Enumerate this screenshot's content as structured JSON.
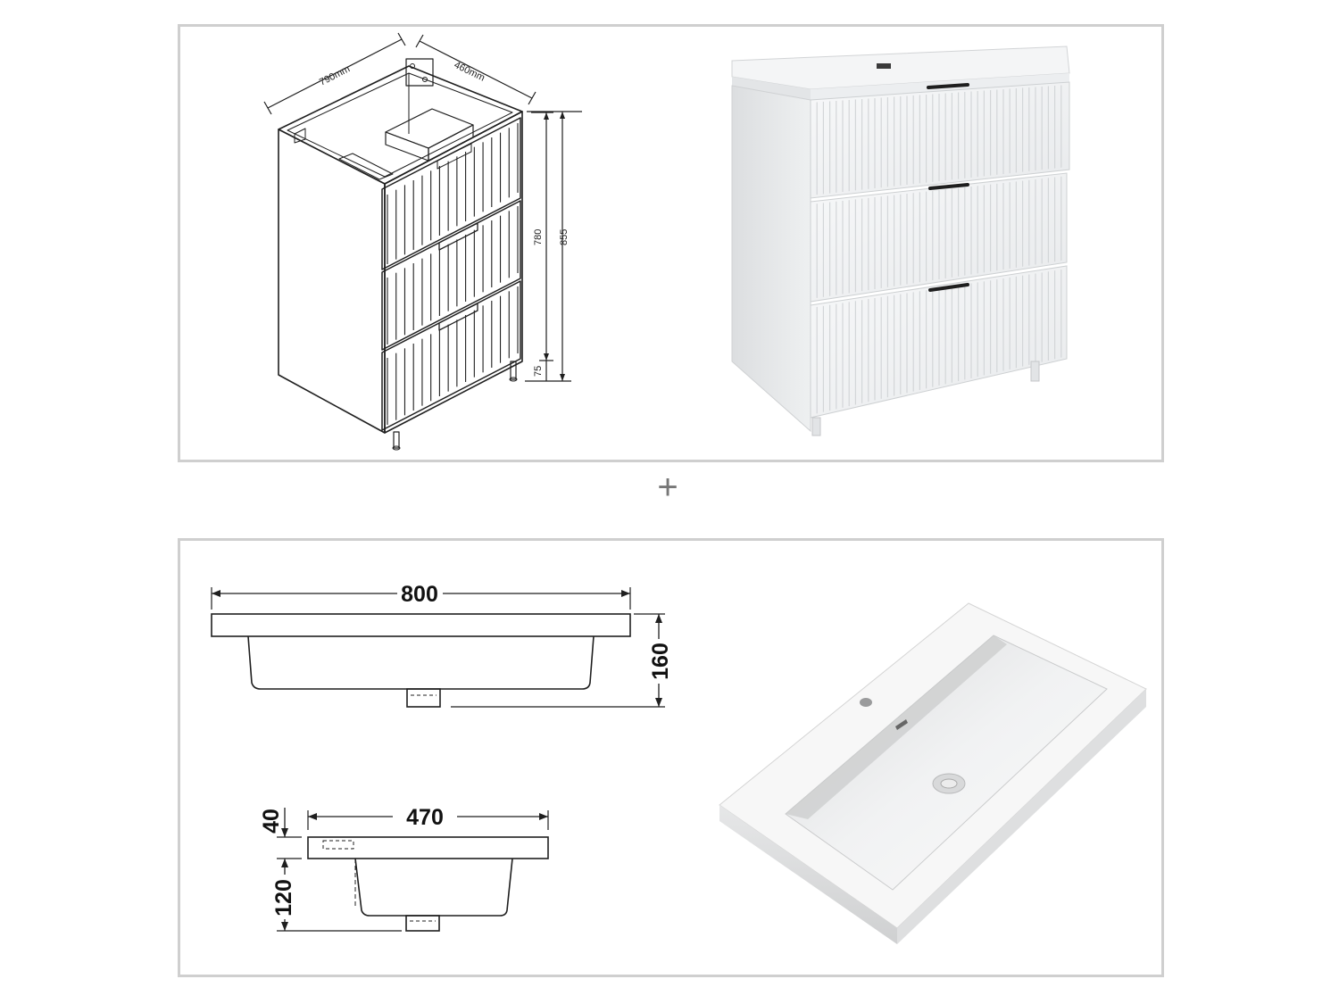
{
  "cabinet": {
    "width_label": "790mm",
    "depth_label": "460mm",
    "body_height_label": "780",
    "total_height_label": "855",
    "leg_height_label": "75"
  },
  "basin": {
    "length_label": "800",
    "height_label": "160",
    "depth_label": "470",
    "rim_label": "40",
    "bowl_label": "120"
  },
  "separator": {
    "symbol": "+"
  },
  "colors": {
    "panel_border": "#cfcfcf",
    "line": "#222222",
    "cabinet_white": "#f2f3f4",
    "handle": "#1e1e1e"
  }
}
